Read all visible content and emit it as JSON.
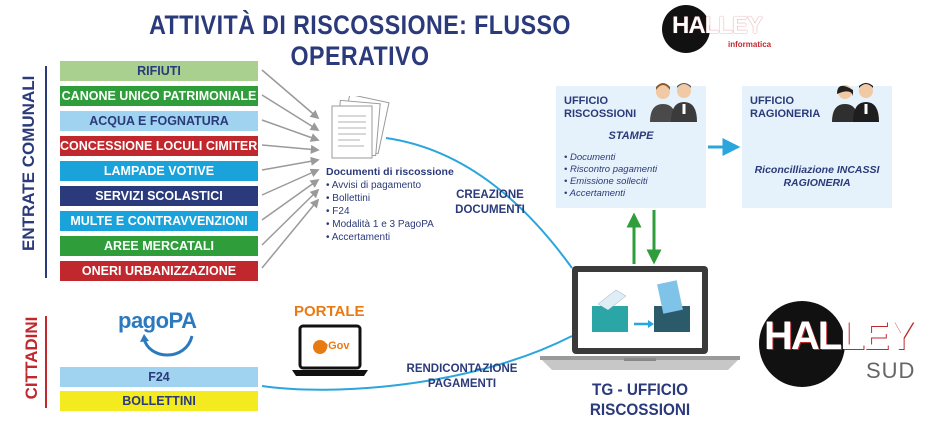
{
  "title": "ATTIVITÀ DI RISCOSSIONE: FLUSSO OPERATIVO",
  "brand": {
    "halley_top": "HALLEY",
    "halley_top_sub": "informatica",
    "halley_sud": "HALLEY",
    "halley_sud_sub": "SUD"
  },
  "sections": {
    "entrate": "ENTRATE COMUNALI",
    "cittadini": "CITTADINI"
  },
  "categories": [
    {
      "label": "RIFIUTI",
      "color": "#a9d08e",
      "text": "dark"
    },
    {
      "label": "CANONE UNICO PATRIMONIALE",
      "color": "#2e9d3a",
      "text": "light"
    },
    {
      "label": "ACQUA E FOGNATURA",
      "color": "#9fd3ef",
      "text": "dark"
    },
    {
      "label": "CONCESSIONE LOCULI CIMITERIALI",
      "color": "#c0282e",
      "text": "light"
    },
    {
      "label": "LAMPADE VOTIVE",
      "color": "#1aa3db",
      "text": "light"
    },
    {
      "label": "SERVIZI SCOLASTICI",
      "color": "#2b3a7a",
      "text": "light"
    },
    {
      "label": "MULTE E CONTRAVVENZIONI",
      "color": "#1aa3db",
      "text": "light"
    },
    {
      "label": "AREE MERCATALI",
      "color": "#2e9d3a",
      "text": "light"
    },
    {
      "label": "ONERI URBANIZZAZIONE",
      "color": "#c0282e",
      "text": "light"
    }
  ],
  "documents": {
    "heading": "Documenti di riscossione",
    "items": [
      "• Avvisi di pagamento",
      "• Bollettini",
      "• F24",
      "• Modalità 1 e 3 PagoPA",
      "• Accertamenti"
    ]
  },
  "flows": {
    "creazione_1": "CREAZIONE",
    "creazione_2": "DOCUMENTI",
    "rendicontazione_1": "RENDICONTAZIONE",
    "rendicontazione_2": "PAGAMENTI"
  },
  "ufficio_riscossioni": {
    "title_1": "UFFICIO",
    "title_2": "RISCOSSIONI",
    "subtitle": "STAMPE",
    "items": [
      "• Documenti",
      "• Riscontro pagamenti",
      "• Emissione solleciti",
      "• Accertamenti"
    ]
  },
  "ufficio_ragioneria": {
    "title_1": "UFFICIO",
    "title_2": "RAGIONERIA",
    "text_1": "Riconcilliazione INCASSI",
    "text_2": "RAGIONERIA"
  },
  "tg_label": "TG - UFFICIO RISCOSSIONI",
  "pagopa": "pagoPA",
  "portale": {
    "label": "PORTALE",
    "logo": "eGov"
  },
  "cittadini_items": [
    {
      "label": "F24",
      "color": "#9fd3ef"
    },
    {
      "label": "BOLLETTINI",
      "color": "#f3ea1f"
    }
  ],
  "colors": {
    "navy": "#2b3a7a",
    "arrow_blue": "#2aa6dc",
    "arrow_green": "#2e9d3a",
    "box_bg": "#e6f2fb"
  }
}
